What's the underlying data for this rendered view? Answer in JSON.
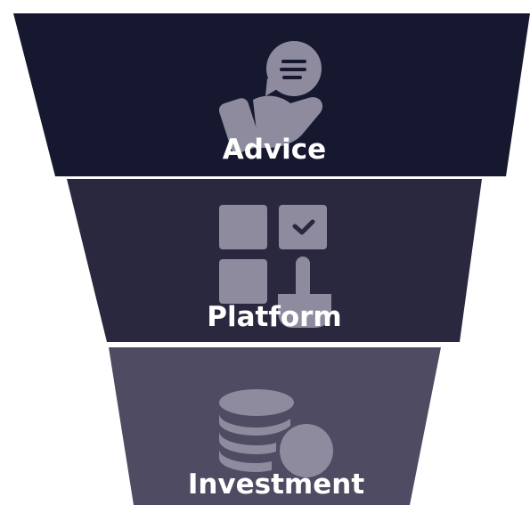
{
  "stages": [
    {
      "label": "Advice",
      "icon": "hand-with-chat-bubble-icon",
      "color": "#161830"
    },
    {
      "label": "Platform",
      "icon": "grid-with-pointer-icon",
      "color": "#2a283e"
    },
    {
      "label": "Investment",
      "icon": "coin-stack-icon",
      "color": "#4e4b63"
    }
  ],
  "icon_color": "#8e8b9e"
}
